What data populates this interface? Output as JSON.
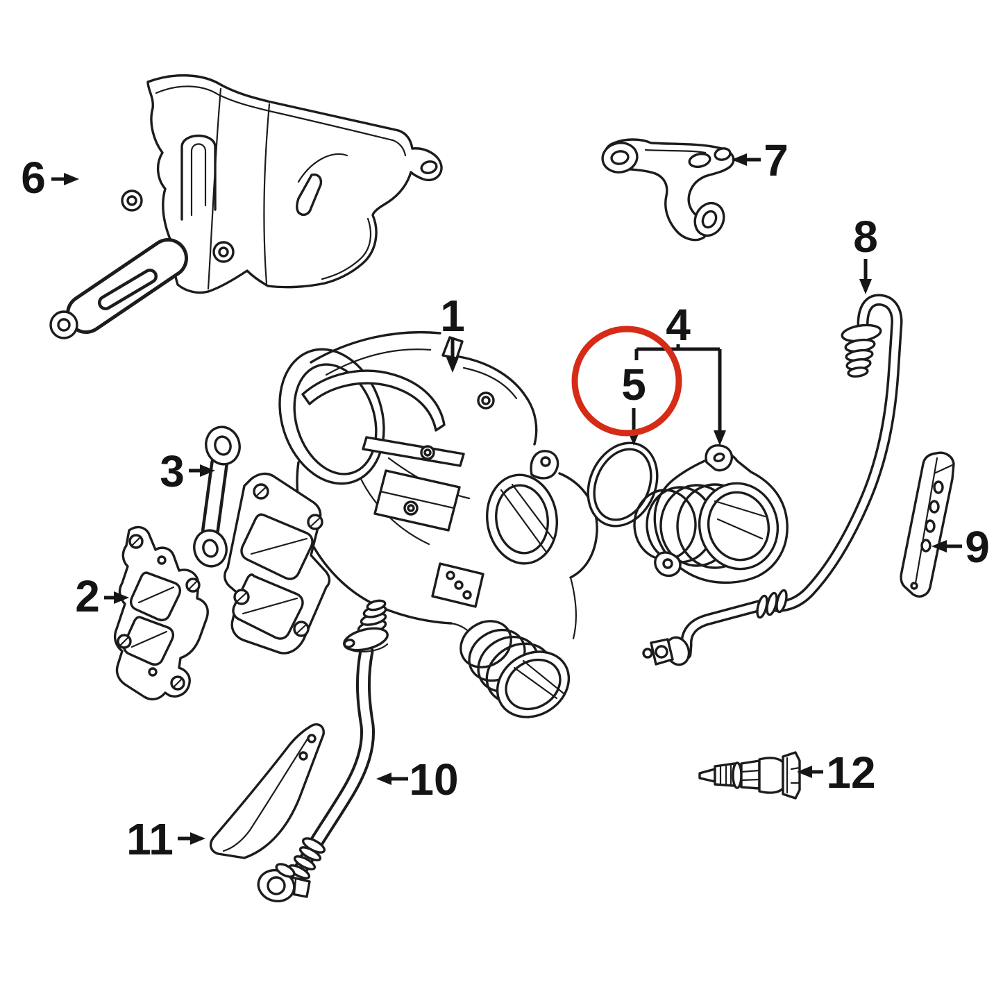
{
  "figure": {
    "kind": "exploded-parts-line-diagram",
    "background_color": "#ffffff",
    "line_color": "#1c1c1c",
    "callouts": [
      {
        "label": "1"
      },
      {
        "label": "2"
      },
      {
        "label": "3"
      },
      {
        "label": "4"
      },
      {
        "label": "5"
      },
      {
        "label": "6"
      },
      {
        "label": "7"
      },
      {
        "label": "8"
      },
      {
        "label": "9"
      },
      {
        "label": "10"
      },
      {
        "label": "11"
      },
      {
        "label": "12"
      }
    ],
    "highlight": {
      "encircled_label": "5",
      "color": "#d62b17",
      "shape": "circle"
    }
  }
}
